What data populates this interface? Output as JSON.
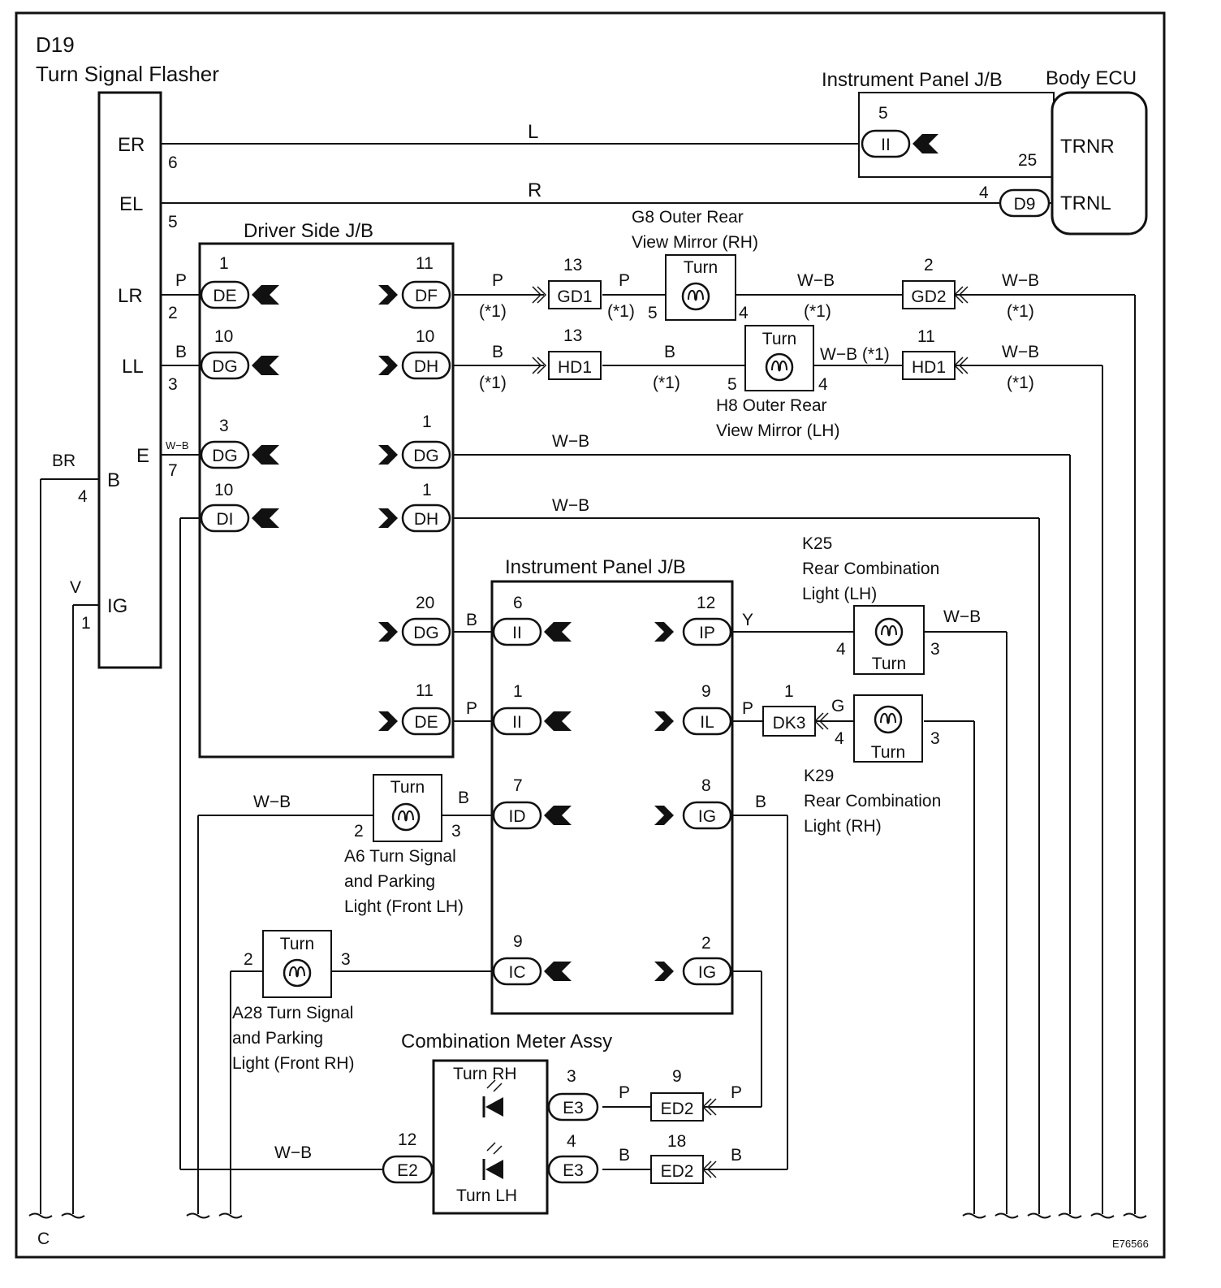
{
  "flasher": {
    "code": "D19",
    "name": "Turn Signal Flasher",
    "terms": {
      "er": "ER",
      "el": "EL",
      "lr": "LR",
      "ll": "LL",
      "e": "E",
      "b": "B",
      "ig": "IG"
    },
    "pins": {
      "er": "6",
      "el": "5",
      "lr": "2",
      "ll": "3",
      "e": "7",
      "b": "4",
      "ig": "1"
    }
  },
  "body_ecu": {
    "name": "Body ECU",
    "trnr": "TRNR",
    "trnl": "TRNL",
    "pin_trnr": "25",
    "pin_trnl": "4",
    "conn_d9": "D9"
  },
  "ipjb_top": {
    "name": "Instrument Panel J/B",
    "pin": "5",
    "conn": "II"
  },
  "driver_jb": {
    "name": "Driver Side J/B",
    "left": [
      {
        "pin": "1",
        "conn": "DE"
      },
      {
        "pin": "10",
        "conn": "DG"
      },
      {
        "pin": "3",
        "conn": "DG"
      },
      {
        "pin": "10",
        "conn": "DI"
      }
    ],
    "right": [
      {
        "pin": "11",
        "conn": "DF"
      },
      {
        "pin": "10",
        "conn": "DH"
      },
      {
        "pin": "1",
        "conn": "DG"
      },
      {
        "pin": "1",
        "conn": "DH"
      },
      {
        "pin": "20",
        "conn": "DG"
      },
      {
        "pin": "11",
        "conn": "DE"
      }
    ]
  },
  "ipjb": {
    "name": "Instrument Panel J/B",
    "left": [
      {
        "pin": "6",
        "conn": "II"
      },
      {
        "pin": "1",
        "conn": "II"
      },
      {
        "pin": "7",
        "conn": "ID"
      },
      {
        "pin": "9",
        "conn": "IC"
      }
    ],
    "right": [
      {
        "pin": "12",
        "conn": "IP"
      },
      {
        "pin": "9",
        "conn": "IL"
      },
      {
        "pin": "8",
        "conn": "IG"
      },
      {
        "pin": "2",
        "conn": "IG"
      }
    ]
  },
  "wires": {
    "L": "L",
    "R": "R",
    "P": "P",
    "B": "B",
    "WB": "W−B",
    "WBs": "W−B",
    "BR": "BR",
    "V": "V",
    "Y": "Y",
    "G": "G",
    "star1": "(*1)",
    "wbstar": "W−B (*1)"
  },
  "connectors": {
    "gd1": "GD1",
    "gd1_pin": "13",
    "hd1a": "HD1",
    "hd1a_pin": "13",
    "gd2": "GD2",
    "gd2_pin": "2",
    "hd1b": "HD1",
    "hd1b_pin": "11",
    "dk3": "DK3",
    "dk3_pin": "1",
    "ed2a": "ED2",
    "ed2a_pin": "9",
    "ed2b": "ED2",
    "ed2b_pin": "18",
    "e3a": "E3",
    "e3a_pin": "3",
    "e3b": "E3",
    "e3b_pin": "4",
    "e2": "E2",
    "e2_pin": "12"
  },
  "g8": {
    "l1": "G8 Outer Rear",
    "l2": "View Mirror (RH)",
    "lamp": "Turn",
    "p1": "5",
    "p2": "4"
  },
  "h8": {
    "l1": "H8 Outer Rear",
    "l2": "View Mirror (LH)",
    "lamp": "Turn",
    "p1": "5",
    "p2": "4"
  },
  "k25": {
    "l1": "K25",
    "l2": "Rear Combination",
    "l3": "Light (LH)",
    "lamp": "Turn",
    "p1": "4",
    "p2": "3"
  },
  "k29": {
    "l1": "K29",
    "l2": "Rear Combination",
    "l3": "Light (RH)",
    "lamp": "Turn",
    "p1": "4",
    "p2": "3"
  },
  "a6": {
    "l1": "A6 Turn Signal",
    "l2": "and Parking",
    "l3": "Light (Front LH)",
    "lamp": "Turn",
    "p1": "2",
    "p2": "3"
  },
  "a28": {
    "l1": "A28 Turn Signal",
    "l2": "and Parking",
    "l3": "Light (Front RH)",
    "lamp": "Turn",
    "p1": "2",
    "p2": "3"
  },
  "meter": {
    "name": "Combination Meter Assy",
    "rh": "Turn RH",
    "lh": "Turn LH"
  },
  "footer": {
    "c": "C",
    "code": "E76566"
  }
}
